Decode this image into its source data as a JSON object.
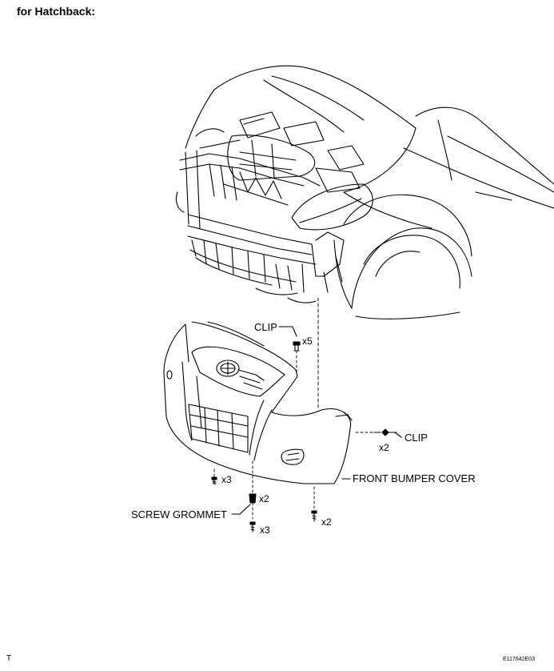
{
  "header": {
    "title": "for Hatchback:"
  },
  "labels": {
    "clip_top": "CLIP",
    "clip_top_qty": "x5",
    "clip_right": "CLIP",
    "clip_right_qty": "x2",
    "front_bumper_cover": "FRONT BUMPER COVER",
    "screw_left_qty": "x3",
    "screw_grommet": "SCREW GROMMET",
    "screw_grommet_qty": "x2",
    "screw_bottom_qty": "x3",
    "screw_right_qty": "x2"
  },
  "footer": {
    "left_mark": "T",
    "figure_code": "E117642E03"
  }
}
